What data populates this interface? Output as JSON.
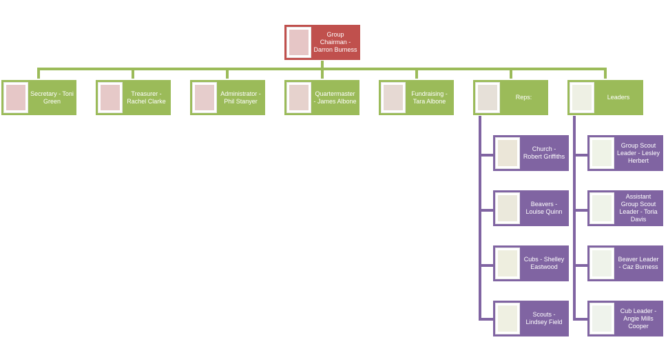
{
  "chart": {
    "root": {
      "id": "chairman",
      "label": "Group Chairman - Darron Burness",
      "color": "#c0504d",
      "photo_color": "#e6c6c6"
    },
    "level1": [
      {
        "id": "secretary",
        "label": "Secretary - Toni Green",
        "photo_color": "#e6c7c7"
      },
      {
        "id": "treasurer",
        "label": "Treasurer - Rachel Clarke",
        "photo_color": "#e6c9c8"
      },
      {
        "id": "administrator",
        "label": "Administrator - Phil Stanyer",
        "photo_color": "#e6cdcc"
      },
      {
        "id": "quartermaster",
        "label": "Quartermaster - James Albone",
        "photo_color": "#e6d2cd"
      },
      {
        "id": "fundraising",
        "label": "Fundraising - Tara Albone",
        "photo_color": "#e6d9d3"
      },
      {
        "id": "reps",
        "label": "Reps:",
        "photo_color": "#e6e0d8"
      },
      {
        "id": "leaders",
        "label": "Leaders",
        "photo_color": "#eef0e4"
      }
    ],
    "reps_children": [
      {
        "id": "church",
        "label": "Church - Robert Griffiths",
        "photo_color": "#ebe6d8"
      },
      {
        "id": "beavers",
        "label": "Beavers - Louise Quinn",
        "photo_color": "#ebe9dc"
      },
      {
        "id": "cubs",
        "label": "Cubs - Shelley Eastwood",
        "photo_color": "#eeeedf"
      },
      {
        "id": "scouts",
        "label": "Scouts - Lindsey Field",
        "photo_color": "#eff0e2"
      }
    ],
    "leaders_children": [
      {
        "id": "group-scout-leader",
        "label": "Group Scout Leader - Lesley Herbert",
        "photo_color": "#eff3e7"
      },
      {
        "id": "assistant-group-scout-leader",
        "label": "Assistant Group Scout Leader - Toria Davis",
        "photo_color": "#eff3e9"
      },
      {
        "id": "beaver-leader",
        "label": "Beaver Leader - Caz Burness",
        "photo_color": "#eff3ea"
      },
      {
        "id": "cub-leader",
        "label": "Cub Leader - Angie Mills Cooper",
        "photo_color": "#eff3ec"
      }
    ],
    "colors": {
      "level1_fill": "#9bbb59",
      "sub_fill": "#8064a2",
      "green_connector": "#9bbb59",
      "purple_connector": "#8064a2"
    }
  }
}
